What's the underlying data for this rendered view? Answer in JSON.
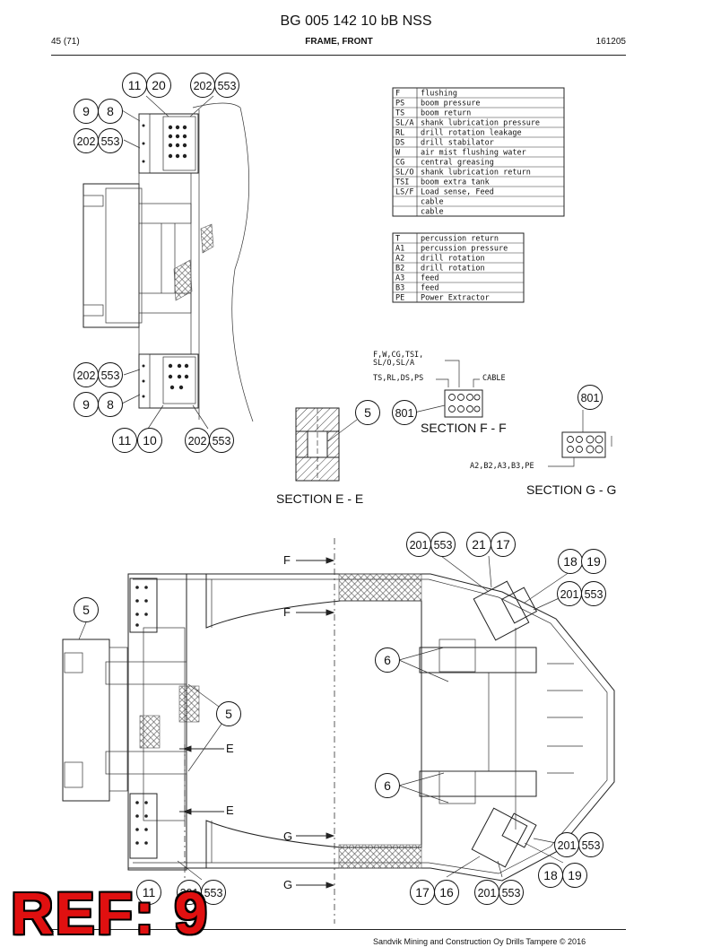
{
  "header": {
    "title": "BG 005 142 10 bB NSS",
    "page": "45 (71)",
    "section": "FRAME, FRONT",
    "date": "161205"
  },
  "legend_top": [
    [
      "F",
      "flushing"
    ],
    [
      "PS",
      "boom pressure"
    ],
    [
      "TS",
      "boom return"
    ],
    [
      "SL/A",
      "shank lubrication pressure"
    ],
    [
      "RL",
      "drill rotation leakage"
    ],
    [
      "DS",
      "drill stabilator"
    ],
    [
      "W",
      "air mist flushing water"
    ],
    [
      "CG",
      "central greasing"
    ],
    [
      "SL/O",
      "shank lubrication return"
    ],
    [
      "TSI",
      "boom extra tank"
    ],
    [
      "LS/F",
      "Load sense, Feed"
    ],
    [
      "",
      "cable"
    ],
    [
      "",
      "cable"
    ]
  ],
  "legend_bottom": [
    [
      "T",
      "percussion return"
    ],
    [
      "A1",
      "percussion pressure"
    ],
    [
      "A2",
      "drill rotation"
    ],
    [
      "B2",
      "drill rotation"
    ],
    [
      "A3",
      "feed"
    ],
    [
      "B3",
      "feed"
    ],
    [
      "PE",
      "Power Extractor"
    ]
  ],
  "sections": {
    "ee": "SECTION E - E",
    "ff": "SECTION F - F",
    "gg": "SECTION G - G"
  },
  "annotations": {
    "ff_top": "F,W,CG,TSI,",
    "ff_top2": "SL/O,SL/A",
    "ff_mid": "TS,RL,DS,PS",
    "ff_cable": "CABLE",
    "gg_bottom": "A2,B2,A3,B3,PE",
    "cut_f": "F",
    "cut_e": "E",
    "cut_g": "G"
  },
  "balloons": {
    "n11": "11",
    "n20": "20",
    "n202": "202",
    "n553": "553",
    "n9": "9",
    "n8": "8",
    "n10": "10",
    "n5": "5",
    "n801": "801",
    "n201": "201",
    "n21": "21",
    "n17": "17",
    "n18": "18",
    "n19": "19",
    "n6": "6",
    "n16": "16"
  },
  "footer": {
    "copyright": "Sandvik Mining and Construction Oy Drills Tampere © 2016",
    "ref_mark": "REF: 9"
  }
}
